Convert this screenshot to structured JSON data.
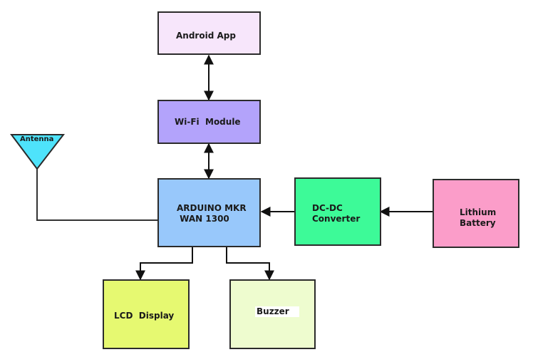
{
  "diagram": {
    "type": "block-diagram",
    "nodes": {
      "android_app": {
        "label": "Android App",
        "color": "#f7e6fb"
      },
      "wifi_module": {
        "label": "Wi-Fi  Module",
        "color": "#b3a3fb"
      },
      "arduino": {
        "label_line1": "ARDUINO MKR",
        "label_line2": " WAN 1300",
        "color": "#98c8fb"
      },
      "dc_converter": {
        "label_line1": "DC-DC",
        "label_line2": "Converter",
        "color": "#3dfa98"
      },
      "lithium_battery": {
        "label_line1": "Lithium",
        "label_line2": "Battery",
        "color": "#fb9dc9"
      },
      "lcd_display": {
        "label": "LCD  Display",
        "color": "#e6f971"
      },
      "buzzer": {
        "label": "Buzzer",
        "color": "#eefccf"
      },
      "antenna": {
        "label": "Antenna",
        "color": "#4ee3fb"
      }
    },
    "edges": [
      {
        "from": "Android App",
        "to": "Wi-Fi Module",
        "direction": "bidirectional"
      },
      {
        "from": "Wi-Fi Module",
        "to": "ARDUINO MKR WAN 1300",
        "direction": "bidirectional"
      },
      {
        "from": "Lithium Battery",
        "to": "DC-DC Converter",
        "direction": "forward"
      },
      {
        "from": "DC-DC Converter",
        "to": "ARDUINO MKR WAN 1300",
        "direction": "forward"
      },
      {
        "from": "ARDUINO MKR WAN 1300",
        "to": "LCD Display",
        "direction": "forward"
      },
      {
        "from": "ARDUINO MKR WAN 1300",
        "to": "Buzzer",
        "direction": "forward"
      },
      {
        "from": "Antenna",
        "to": "ARDUINO MKR WAN 1300",
        "direction": "line"
      }
    ]
  }
}
